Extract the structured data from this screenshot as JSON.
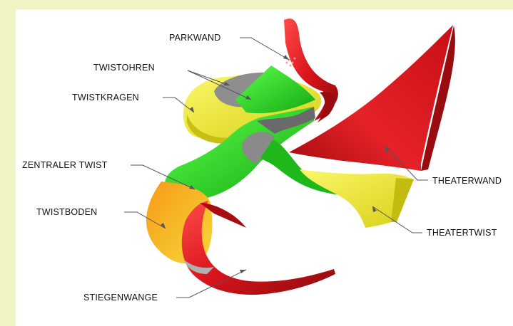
{
  "labels": {
    "parkwand": "PARKWAND",
    "twistohren": "TWISTOHREN",
    "twistkragen": "TWISTKRAGEN",
    "zentraler_twist": "ZENTRALER TWIST",
    "twistboden": "TWISTBODEN",
    "stiegenwange": "STIEGENWANGE",
    "theaterwand": "THEATERWAND",
    "theatertwist": "THEATERTWIST"
  },
  "colors": {
    "page_background": "#f0f3c4",
    "canvas_background": "#ffffff",
    "red": "#d8141b",
    "green": "#22d41e",
    "yellow": "#f2ee2a",
    "orange": "#f5a020",
    "grey": "#9a9a9a",
    "leader_line": "#555555"
  }
}
